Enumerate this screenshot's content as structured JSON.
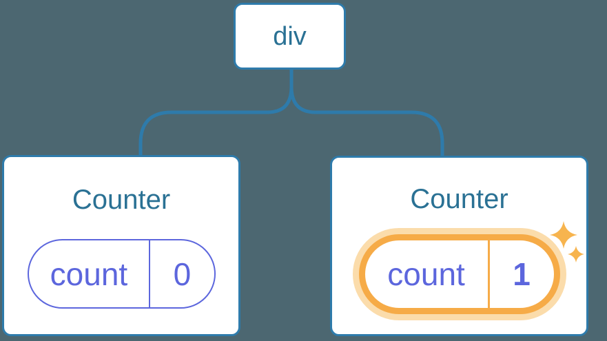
{
  "colors": {
    "background": "#4c6771",
    "node_blue": "#2e7bab",
    "text_blue": "#2a7194",
    "state_purple": "#5c66dd",
    "highlight_orange": "#f6ab47",
    "highlight_glow": "#fbdcab",
    "sparkle_orange": "#f7b44e",
    "card_white": "#ffffff"
  },
  "icons": {
    "sparkle": "four-point-star"
  },
  "tree": {
    "root": {
      "label": "div"
    },
    "children": [
      {
        "title": "Counter",
        "state": {
          "key": "count",
          "value": "0"
        },
        "highlighted": false
      },
      {
        "title": "Counter",
        "state": {
          "key": "count",
          "value": "1"
        },
        "highlighted": true
      }
    ]
  }
}
